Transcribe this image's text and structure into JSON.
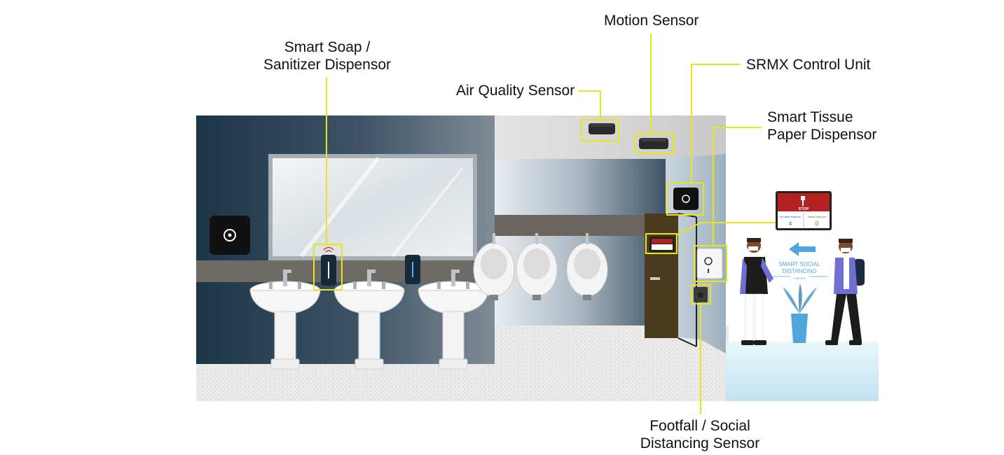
{
  "labels": {
    "soap": {
      "line1": "Smart Soap /",
      "line2": "Sanitizer Dispensor"
    },
    "air_quality": "Air Quality Sensor",
    "motion": "Motion Sensor",
    "srmx": "SRMX Control Unit",
    "tissue": {
      "line1": "Smart Tissue",
      "line2": "Paper Dispensor"
    },
    "footfall": {
      "line1": "Footfall / Social",
      "line2": "Distancing Sensor"
    }
  },
  "display": {
    "stop_text": "STOP",
    "occupied_label": "Occupied Restroom",
    "occupied_count": "4",
    "vacant_label": "Vacant Restroom",
    "vacant_count": "0"
  },
  "floor_sign": {
    "line1": "SMART SOCIAL",
    "line2": "DISTANCING",
    "line3": "2 METER"
  },
  "colors": {
    "highlight": "#e6e619",
    "display_header": "#b22222",
    "wall_dark": "#1c3547"
  }
}
